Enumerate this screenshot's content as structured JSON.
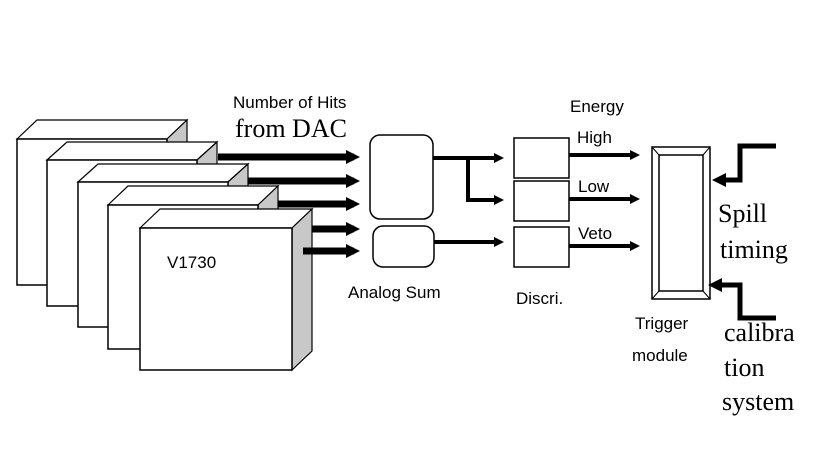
{
  "labels": {
    "number_of_hits": "Number of Hits",
    "from_dac": "from DAC",
    "energy": "Energy",
    "high": "High",
    "low": "Low",
    "veto": "Veto",
    "v1730": "V1730",
    "analog_sum": "Analog Sum",
    "discri": "Discri.",
    "trigger": "Trigger",
    "module": "module",
    "spill": "Spill",
    "timing": "timing",
    "calibra": "calibra",
    "tion": "tion",
    "system": "system"
  }
}
